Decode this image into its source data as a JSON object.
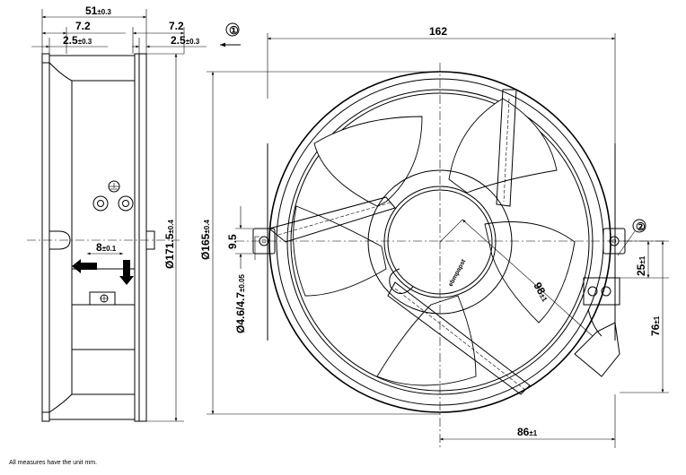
{
  "dimensions": {
    "depth_total": {
      "value": "51",
      "tol": "±0.3"
    },
    "flange_left": {
      "value": "7.2"
    },
    "flange_right": {
      "value": "7.2"
    },
    "flange_thick_left": {
      "value": "2.5",
      "tol": "±0.3"
    },
    "flange_thick_right": {
      "value": "2.5",
      "tol": "±0.3"
    },
    "flange_diameter": {
      "value": "Ø171.5",
      "tol": "±0.4"
    },
    "terminal_offset": {
      "value": "8",
      "tol": "±0.1"
    },
    "width_overall": {
      "value": "162"
    },
    "mount_circle": {
      "value": "Ø165",
      "tol": "±0.4"
    },
    "hole_offset": {
      "value": "9.5"
    },
    "hole_diameter": {
      "value": "Ø4.6/4.7",
      "tol": "±0.05"
    },
    "radius_98": {
      "value": "98",
      "tol": "±1"
    },
    "terminal_height": {
      "value": "25",
      "tol": "±1"
    },
    "box_height": {
      "value": "76",
      "tol": "±1"
    },
    "box_width": {
      "value": "86",
      "tol": "±1"
    }
  },
  "callouts": {
    "c1": "①",
    "c2": "②"
  },
  "rotor_label": "ebmpapst",
  "footnote": "All measures have the unit mm."
}
